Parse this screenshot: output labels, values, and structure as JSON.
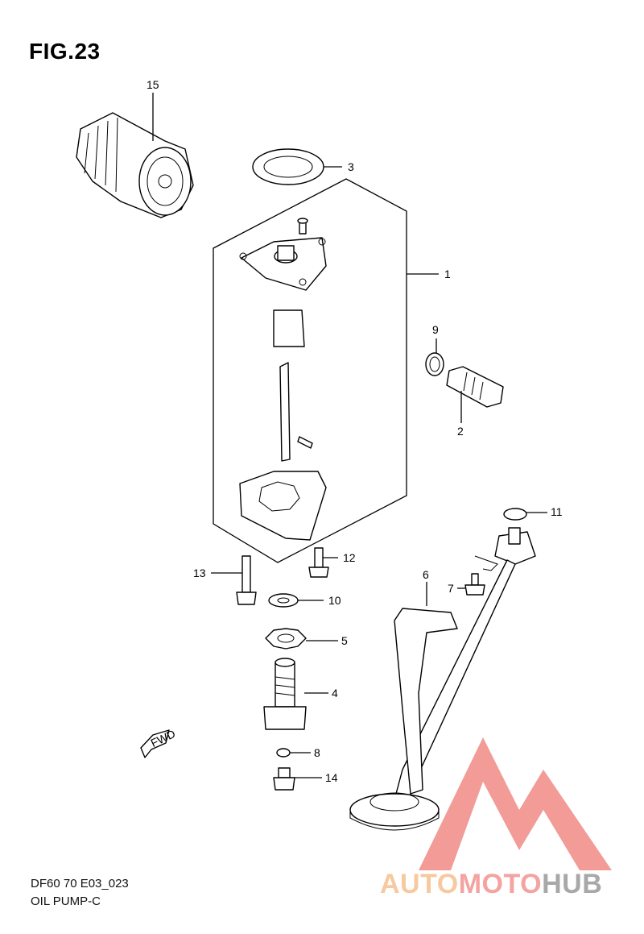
{
  "figure": {
    "title": "FIG.23",
    "model_code": "DF60 70 E03_023",
    "section_name": "OIL PUMP-C"
  },
  "callouts": [
    "1",
    "2",
    "3",
    "4",
    "5",
    "6",
    "7",
    "8",
    "9",
    "10",
    "11",
    "12",
    "13",
    "14",
    "15"
  ],
  "direction_marker": "FWD",
  "watermark": {
    "part1": "AUTO",
    "part2": "MOTO",
    "part3": "HUB",
    "colors": {
      "triangle": "#f08a85",
      "auto": "#f7c9a0",
      "moto": "#f3a3a0",
      "hub": "#a8a8a8"
    }
  }
}
